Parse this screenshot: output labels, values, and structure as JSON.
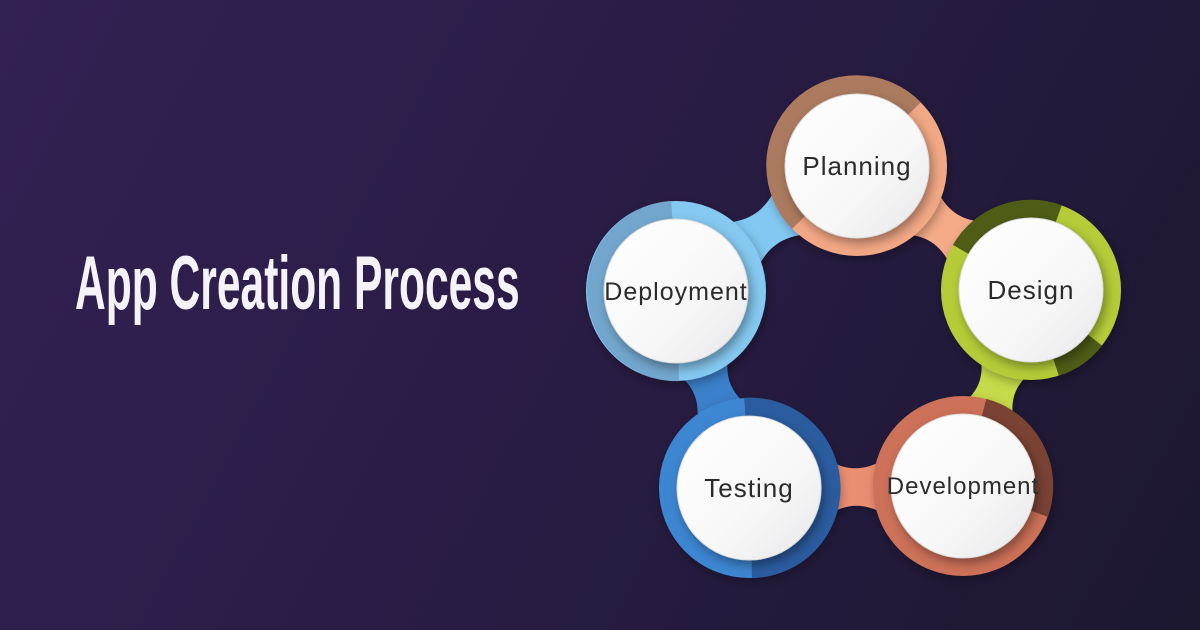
{
  "title": "App Creation Process",
  "title_color": "#f5f3f7",
  "background": {
    "gradient_start": "#322153",
    "gradient_end": "#1c1830"
  },
  "diagram": {
    "type": "cycle-process",
    "step_count": 5
  },
  "nodes": [
    {
      "label": "Planning",
      "ring": "#f2a885",
      "ring_dark": "#ab7a5f",
      "fill": "#ffffff",
      "text_color": "#2b2b2b"
    },
    {
      "label": "Design",
      "ring": "#b5cc37",
      "ring_dark": "#4e5c16",
      "fill": "#ffffff",
      "text_color": "#2b2b2b"
    },
    {
      "label": "Development",
      "ring": "#cd7159",
      "ring_dark": "#7a4233",
      "fill": "#ffffff",
      "text_color": "#2b2b2b"
    },
    {
      "label": "Testing",
      "ring": "#3e86d2",
      "ring_dark": "#2b5c9f",
      "fill": "#ffffff",
      "text_color": "#2b2b2b"
    },
    {
      "label": "Deployment",
      "ring": "#85c8f0",
      "ring_dark": "#72a6cc",
      "fill": "#ffffff",
      "text_color": "#2b2b2b"
    }
  ],
  "connectors": [
    {
      "from": "Planning",
      "to": "Design",
      "color": "#f5ab88"
    },
    {
      "from": "Design",
      "to": "Development",
      "color": "#c7da4a"
    },
    {
      "from": "Development",
      "to": "Testing",
      "color": "#ea8e72"
    },
    {
      "from": "Testing",
      "to": "Deployment",
      "color": "#3b80ca"
    },
    {
      "from": "Deployment",
      "to": "Planning",
      "color": "#82c8f2"
    }
  ]
}
